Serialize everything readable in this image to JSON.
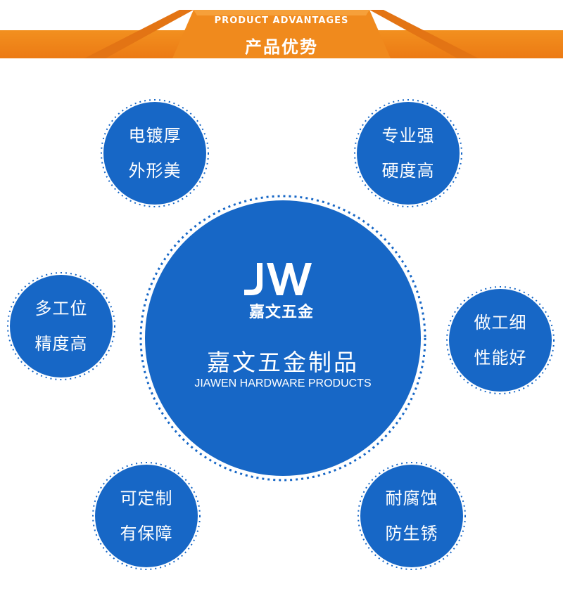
{
  "banner": {
    "subtitle_en": "PRODUCT ADVANTAGES",
    "title_cn": "产品优势",
    "colors": {
      "main": "#ee7f18",
      "dark": "#d96c10"
    }
  },
  "center": {
    "logo_mark": "JW",
    "logo_cn": "嘉文五金",
    "title_cn": "嘉文五金制品",
    "title_en": "JIAWEN HARDWARE PRODUCTS",
    "color": "#1767c6"
  },
  "features": [
    {
      "id": "plating",
      "line1": "电镀厚",
      "line2": "外形美"
    },
    {
      "id": "hardness",
      "line1": "专业强",
      "line2": "硬度高"
    },
    {
      "id": "precision",
      "line1": "多工位",
      "line2": "精度高"
    },
    {
      "id": "workmanship",
      "line1": "做工细",
      "line2": "性能好"
    },
    {
      "id": "custom",
      "line1": "可定制",
      "line2": "有保障"
    },
    {
      "id": "anticorrosion",
      "line1": "耐腐蚀",
      "line2": "防生锈"
    }
  ]
}
